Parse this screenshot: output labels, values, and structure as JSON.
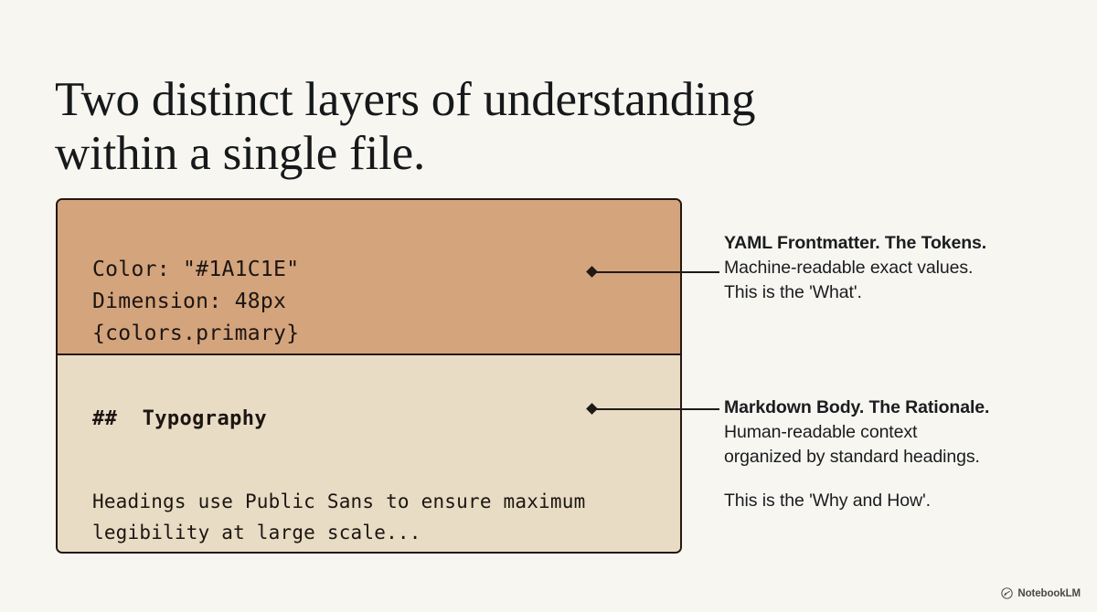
{
  "slide": {
    "headline": "Two distinct layers of understanding\nwithin a single file.",
    "background_color": "#F7F6F1"
  },
  "card": {
    "border_color": "#241811",
    "yaml_panel": {
      "background_color": "#D4A47D",
      "code": "Color: \"#1A1C1E\"\nDimension: 48px\n{colors.primary}"
    },
    "markdown_panel": {
      "background_color": "#E8DCC4",
      "heading": "##  Typography",
      "body": "Headings use Public Sans to ensure maximum\nlegibility at large scale..."
    }
  },
  "annotations": [
    {
      "lead": "YAML Frontmatter. The Tokens.",
      "body": "Machine-readable exact values.\nThis is the 'What'.",
      "tail": ""
    },
    {
      "lead": "Markdown Body. The Rationale.",
      "body": "Human-readable context\norganized by standard headings.",
      "tail": "This is the 'Why and How'."
    }
  ],
  "brand": {
    "name": "NotebookLM",
    "icon": "notebooklm-logo-icon"
  }
}
